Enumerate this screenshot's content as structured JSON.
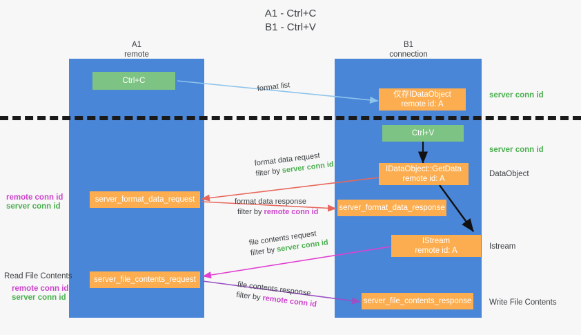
{
  "title": "A1 - Ctrl+C\nB1 - Ctrl+V",
  "lanes": [
    {
      "name": "A1",
      "sub": "remote"
    },
    {
      "name": "B1",
      "sub": "connection"
    }
  ],
  "nodes": {
    "ctrl_c": {
      "line1": "Ctrl+C"
    },
    "data_object": {
      "line1": "仅存IDataObject",
      "line2": "remote id: A"
    },
    "ctrl_v": {
      "line1": "Ctrl+V"
    },
    "get_data": {
      "line1": "IDataObject::GetData",
      "line2": "remote id: A"
    },
    "server_format_data_request": {
      "line1": "server_format_data_request"
    },
    "server_format_data_response": {
      "line1": "server_format_data_response"
    },
    "istream": {
      "line1": "IStream",
      "line2": "remote id: A"
    },
    "server_file_contents_request": {
      "line1": "server_file_contents_request"
    },
    "server_file_contents_response": {
      "line1": "server_file_contents_response"
    }
  },
  "annotations": {
    "format_list": "format list",
    "format_data_request": "format data request",
    "format_data_response": "format data response",
    "file_contents_request": "file contents request",
    "file_contents_response": "file contents response",
    "filter_by": "filter by ",
    "server_conn_id": "server conn id",
    "remote_conn_id": "remote conn id"
  },
  "side_labels": {
    "right_server_conn_1": "server conn id",
    "right_server_conn_2": "server conn id",
    "right_data_object": "DataObject",
    "right_istream": "Istream",
    "right_write_file_contents": "Write File Contents",
    "left_remote_conn_1": "remote conn id",
    "left_server_conn_1": "server conn id",
    "left_read_file_contents": "Read File Contents",
    "left_remote_conn_2": "remote conn id",
    "left_server_conn_2": "server conn id"
  },
  "colors": {
    "lane": "#4a86d8",
    "green_node": "#7dc383",
    "orange_node": "#fbad50",
    "green_text": "#4caf50",
    "magenta_text": "#cc44cc",
    "light_blue_arrow": "#8ec4ea",
    "red_arrow": "#e8675c",
    "magenta_arrow": "#e040d0",
    "purple_arrow": "#9a4fc4",
    "black_arrow": "#111111"
  }
}
